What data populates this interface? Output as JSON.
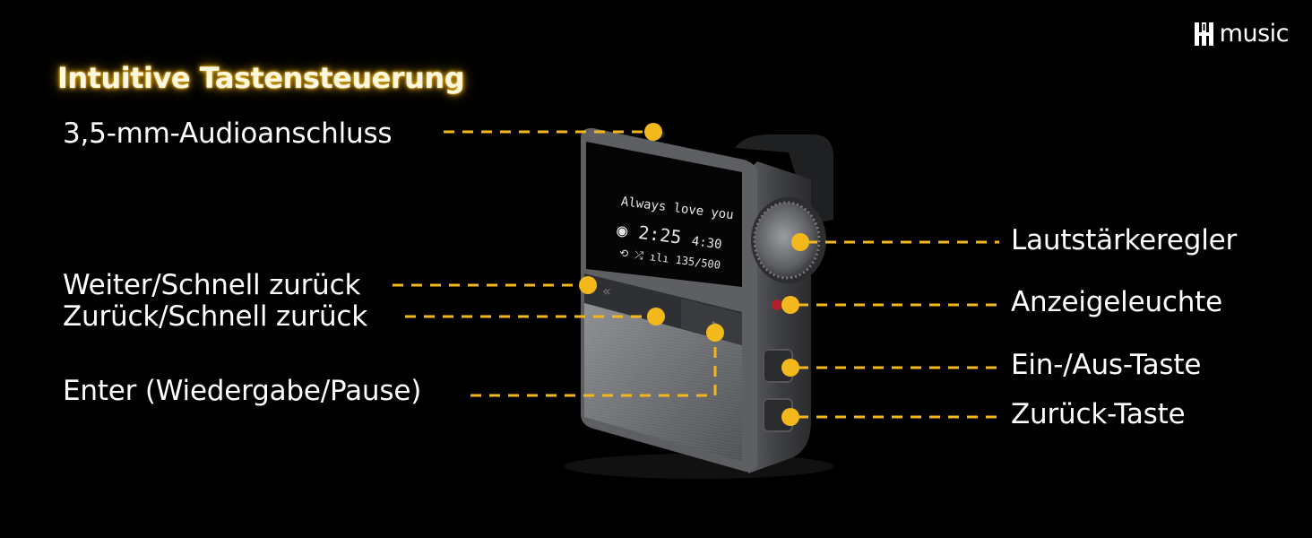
{
  "title": "Intuitive Tastensteuerung",
  "brand": {
    "name": "music",
    "logo_icon": "h-logo-icon"
  },
  "accent_color": "#f3b81c",
  "labels": {
    "audio_jack": "3,5-mm-Audioanschluss",
    "next_ff": "Weiter/Schnell zurück",
    "prev_rw": "Zurück/Schnell zurück",
    "enter": "Enter (Wiedergabe/Pause)",
    "volume": "Lautstärkeregler",
    "indicator": "Anzeigeleuchte",
    "power": "Ein-/Aus-Taste",
    "back": "Zurück-Taste"
  },
  "screen": {
    "song": "Always love you",
    "elapsed": "2:25",
    "duration": "4:30",
    "track": "135/500"
  }
}
